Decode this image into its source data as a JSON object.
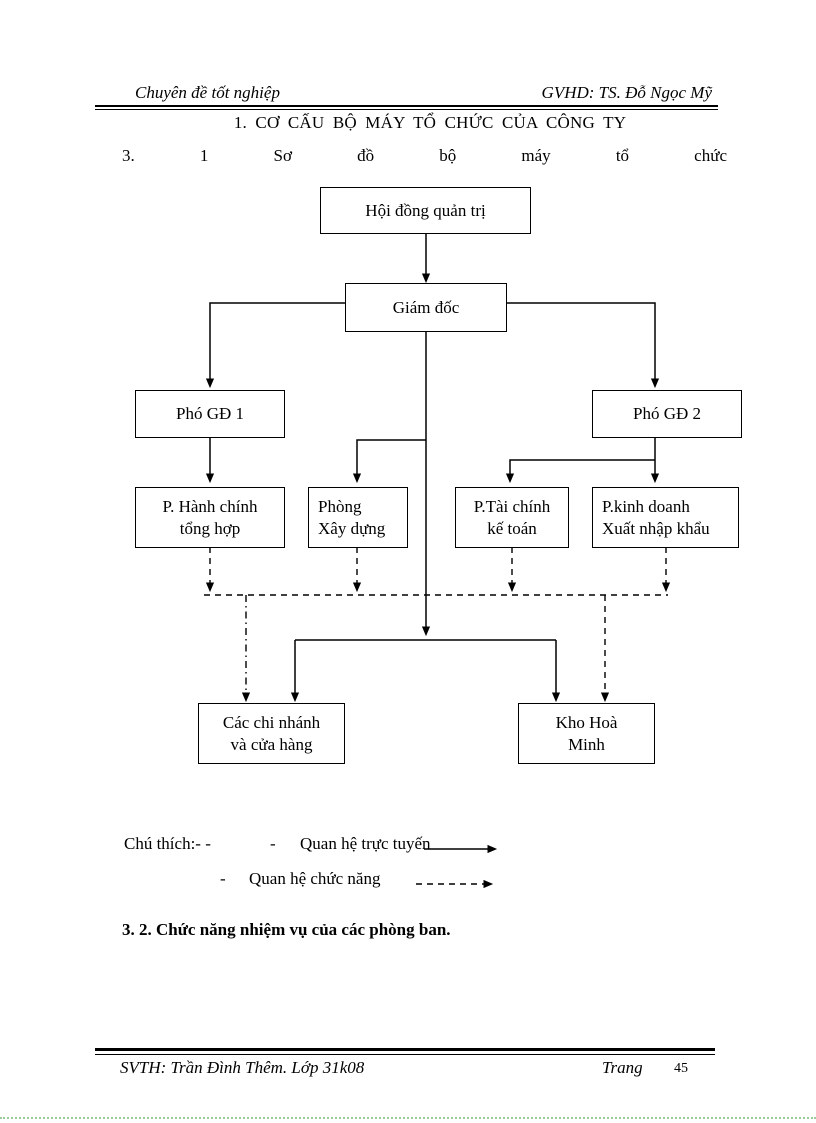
{
  "header": {
    "left": "Chuyên đề tốt nghiệp",
    "right": "GVHD: TS. Đỗ Ngọc Mỹ"
  },
  "title": "1.  CƠ CẤU BỘ MÁY TỔ CHỨC CỦA CÔNG TY",
  "subtitle_justified": "3. 1 Sơ đồ bộ máy tổ chức",
  "diagram": {
    "type": "org-chart",
    "boxes": {
      "hoi_dong": {
        "label": "Hội đồng quản trị"
      },
      "giam_doc": {
        "label": "Giám đốc"
      },
      "pho_gd_1": {
        "label": "Phó GĐ 1"
      },
      "pho_gd_2": {
        "label": "Phó GĐ 2"
      },
      "p_hanh_chinh": {
        "label": "P. Hành chính\ntổng hợp"
      },
      "phong_xay_dung": {
        "label": "Phòng\nXây dựng"
      },
      "p_tai_chinh": {
        "label": "P.Tài chính\nkế toán"
      },
      "p_kinh_doanh": {
        "label": "P.kinh doanh\nXuất nhập khẩu"
      },
      "cac_chi_nhanh": {
        "label": "Các chi nhánh\nvà cửa hàng"
      },
      "kho_hoa_minh": {
        "label": "Kho Hoà\nMinh"
      }
    },
    "edges": [
      {
        "from": "Hội đồng quản trị",
        "to": "Giám đốc",
        "type": "quan he truc tuyen"
      },
      {
        "from": "Giám đốc",
        "to": "Phó GĐ 1",
        "type": "quan he truc tuyen"
      },
      {
        "from": "Giám đốc",
        "to": "Phó GĐ 2",
        "type": "quan he truc tuyen"
      },
      {
        "from": "Phó GĐ 1",
        "to": "P. Hành chính tổng hợp",
        "type": "quan he truc tuyen"
      },
      {
        "from": "Giám đốc",
        "to": "Phòng Xây dựng",
        "type": "quan he truc tuyen"
      },
      {
        "from": "Phó GĐ 2",
        "to": "P.Tài chính kế toán",
        "type": "quan he truc tuyen"
      },
      {
        "from": "Phó GĐ 2",
        "to": "P.kinh doanh Xuất nhập khẩu",
        "type": "quan he truc tuyen"
      },
      {
        "from": "Giám đốc",
        "to": "Các chi nhánh và cửa hàng",
        "type": "quan he truc tuyen"
      },
      {
        "from": "Giám đốc",
        "to": "Kho Hoà Minh",
        "type": "quan he truc tuyen"
      },
      {
        "from": "các phòng ban",
        "to": "Các chi nhánh và cửa hàng",
        "type": "quan he chuc nang"
      },
      {
        "from": "các phòng ban",
        "to": "Kho Hoà Minh",
        "type": "quan he chuc nang"
      }
    ]
  },
  "legend": {
    "title": "Chú thích:- -",
    "rows": [
      {
        "bullet": "-",
        "label": "Quan hệ trực tuyến",
        "arrow": "solid"
      },
      {
        "bullet": "-",
        "label": "Quan hệ chức năng",
        "arrow": "dashed"
      }
    ]
  },
  "section_heading": "3. 2. Chức năng nhiệm vụ của các phòng ban.",
  "footer": {
    "left": "SVTH: Trần Đình Thêm. Lớp 31k08",
    "page_label": "Trang",
    "page_number": "45"
  },
  "colors": {
    "line": "#000000",
    "page_bg": "#ffffff",
    "bottom_dots": "#9ccc9c"
  }
}
